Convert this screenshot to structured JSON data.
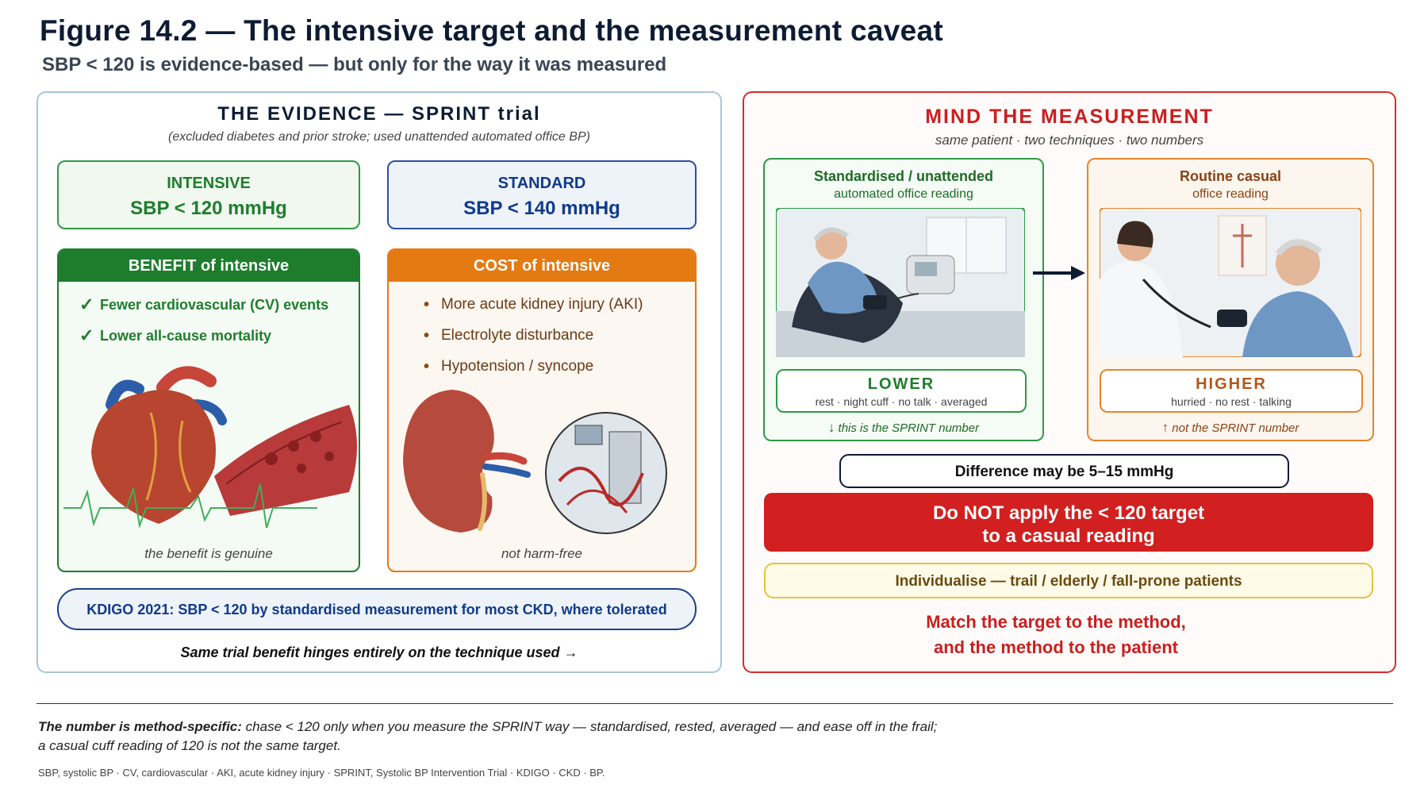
{
  "title": "Figure 14.2 — The intensive target and the measurement caveat",
  "subtitle": "SBP < 120 is evidence-based — but only for the way it was measured",
  "left": {
    "heading": "THE EVIDENCE — SPRINT trial",
    "note": "(excluded diabetes and prior stroke; used unattended automated office BP)",
    "intensive": {
      "label": "INTENSIVE",
      "value": "SBP < 120 mmHg"
    },
    "standard": {
      "label": "STANDARD",
      "value": "SBP < 140 mmHg"
    },
    "benefit": {
      "header": "BENEFIT of intensive",
      "items": [
        "Fewer cardiovascular (CV) events",
        "Lower all-cause mortality"
      ],
      "caption": "the benefit is genuine"
    },
    "cost": {
      "header": "COST of intensive",
      "items": [
        "More acute kidney injury (AKI)",
        "Electrolyte disturbance",
        "Hypotension / syncope"
      ],
      "caption": "not harm-free"
    },
    "kdigo": "KDIGO 2021: SBP < 120 by standardised measurement for most CKD, where tolerated",
    "footer_note": "Same trial benefit hinges entirely on the technique used →"
  },
  "right": {
    "heading": "MIND THE MEASUREMENT",
    "note": "same patient · two techniques · two numbers",
    "standardised": {
      "title": "Standardised / unattended",
      "sub": "automated office reading",
      "result": "LOWER",
      "detail": "rest · night cuff · no talk · averaged",
      "caption": "this is the SPRINT number"
    },
    "routine": {
      "title": "Routine casual",
      "sub": "office reading",
      "result": "HIGHER",
      "detail": "hurried · no rest · talking",
      "caption": "not the SPRINT number"
    },
    "difference": "Difference may be 5–15 mmHg",
    "warning_line1": "Do NOT apply the < 120 target",
    "warning_line2": "to a casual reading",
    "individualise": "Individualise — trail / elderly / fall-prone patients",
    "match_line1": "Match the target to the method,",
    "match_line2": "and the method to the patient"
  },
  "footnote": {
    "lead": "The number is method-specific:",
    "text1": " chase < 120 only when you measure the SPRINT way — standardised, rested, averaged — and ease off in the frail;",
    "text2": "a casual cuff reading of 120 is not the same target."
  },
  "abbreviations": "SBP, systolic BP · CV, cardiovascular · AKI, acute kidney injury · SPRINT, Systolic BP Intervention Trial · KDIGO · CKD · BP.",
  "icons": {
    "check": "✓",
    "bullet": "•",
    "arrow_down": "↓",
    "arrow_up": "↑"
  },
  "colors": {
    "green": "#1e7d2d",
    "blue": "#0f3a8c",
    "orange": "#e47a12",
    "red": "#d92b2b",
    "yellow": "#e8c23c"
  }
}
